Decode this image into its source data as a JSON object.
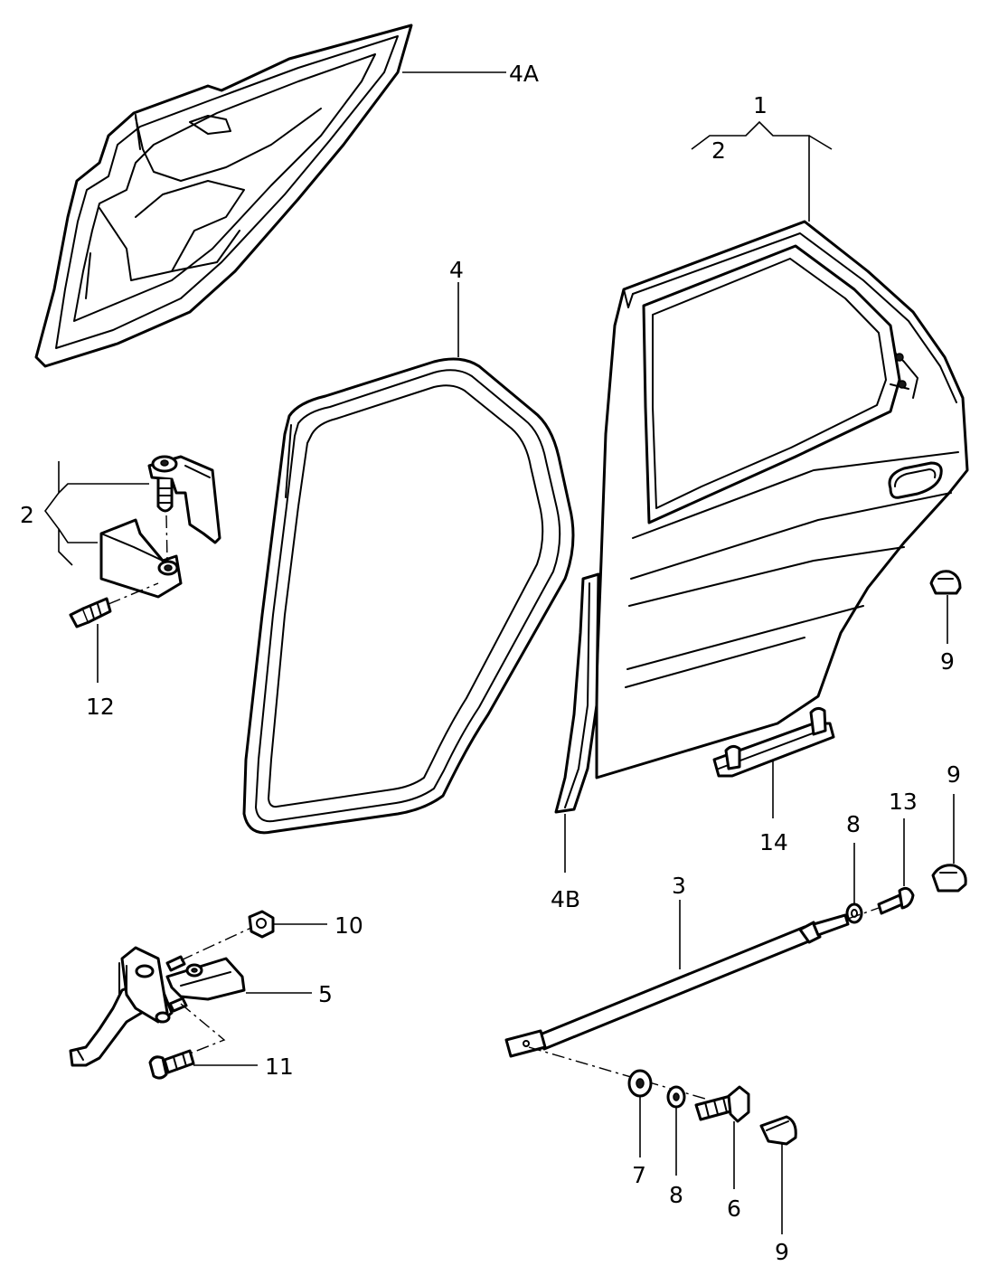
{
  "callouts": {
    "c4A": "4A",
    "c1": "1",
    "c2_top": "2",
    "c4": "4",
    "c2_left": "2",
    "c12": "12",
    "c9_a": "9",
    "c9_b": "9",
    "c13": "13",
    "c8_a": "8",
    "c14": "14",
    "c4B": "4B",
    "c3": "3",
    "c10": "10",
    "c5": "5",
    "c11": "11",
    "c7": "7",
    "c8_b": "8",
    "c6": "6",
    "c9_c": "9"
  },
  "colors": {
    "line": "#000000",
    "background": "#ffffff",
    "shade": "#e8e8e8"
  }
}
